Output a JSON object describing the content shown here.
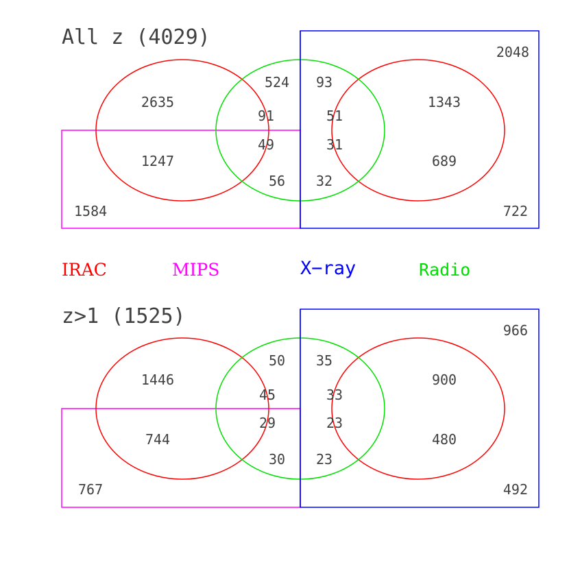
{
  "colors": {
    "irac": "#ff0000",
    "mips": "#ff00ff",
    "xray": "#0000ff",
    "radio": "#00e000",
    "text": "#404040"
  },
  "legend": {
    "irac": "IRAC",
    "mips": "MIPS",
    "xray": "X−ray",
    "radio": "Radio"
  },
  "panels": [
    {
      "title": "All z (4029)",
      "counts": {
        "xray_only": "2048",
        "mips_only": "1584",
        "mips_xray": "722",
        "irac_only": "2635",
        "irac_mips": "1247",
        "irac_xray": "1343",
        "irac_mips_xray": "689",
        "radio_only": "91",
        "radio_xray": "51",
        "radio_mips": "49",
        "radio_mips_xray": "31",
        "irac_radio": "524",
        "irac_radio_xray": "93",
        "irac_radio_mips": "56",
        "irac_radio_mips_xray": "32"
      }
    },
    {
      "title": "z>1 (1525)",
      "counts": {
        "xray_only": "966",
        "mips_only": "767",
        "mips_xray": "492",
        "irac_only": "1446",
        "irac_mips": "744",
        "irac_xray": "900",
        "irac_mips_xray": "480",
        "radio_only": "45",
        "radio_xray": "33",
        "radio_mips": "29",
        "radio_mips_xray": "23",
        "irac_radio": "50",
        "irac_radio_xray": "35",
        "irac_radio_mips": "30",
        "irac_radio_mips_xray": "23"
      }
    }
  ]
}
